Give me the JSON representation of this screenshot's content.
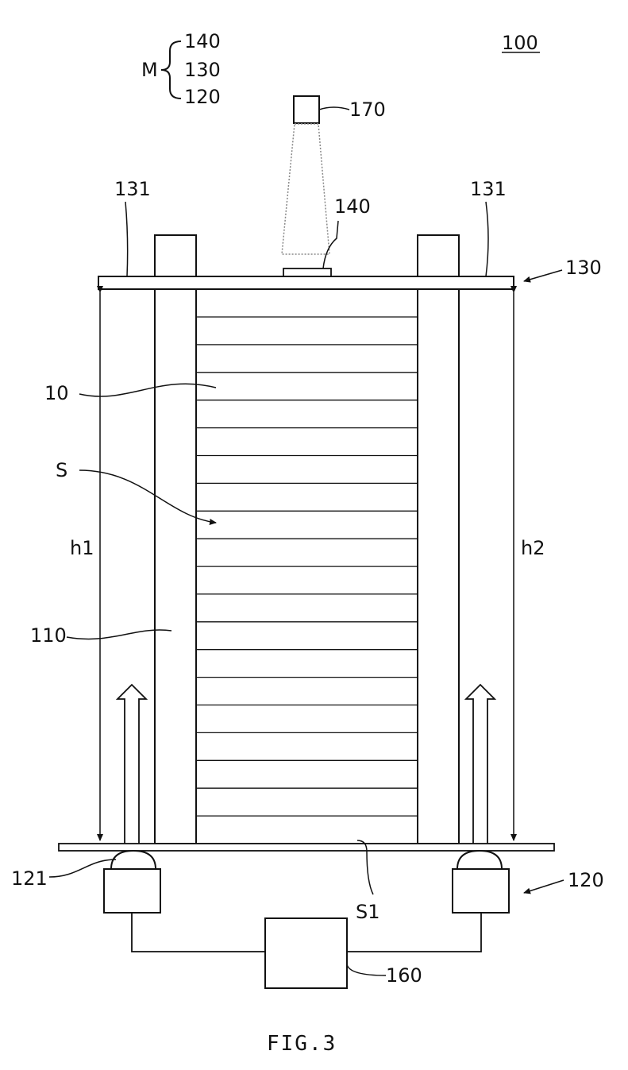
{
  "figure": {
    "reference_number": "100",
    "caption": "FIG.3",
    "group_label": {
      "letter": "M",
      "members": [
        "140",
        "130",
        "120"
      ]
    }
  },
  "labels": {
    "nozzle": "170",
    "nozzle_base": "140",
    "top_plate": "130",
    "post_left": "131",
    "post_right": "131",
    "substrate": "10",
    "space": "S",
    "frame": "110",
    "height_left": "h1",
    "height_right": "h2",
    "lamp": "121",
    "light_source": "120",
    "base_surface": "S1",
    "controller": "160"
  },
  "slats": {
    "count": 20
  },
  "colors": {
    "line": "#111111",
    "paper": "#ffffff",
    "nozzle_outline": "#777777"
  }
}
